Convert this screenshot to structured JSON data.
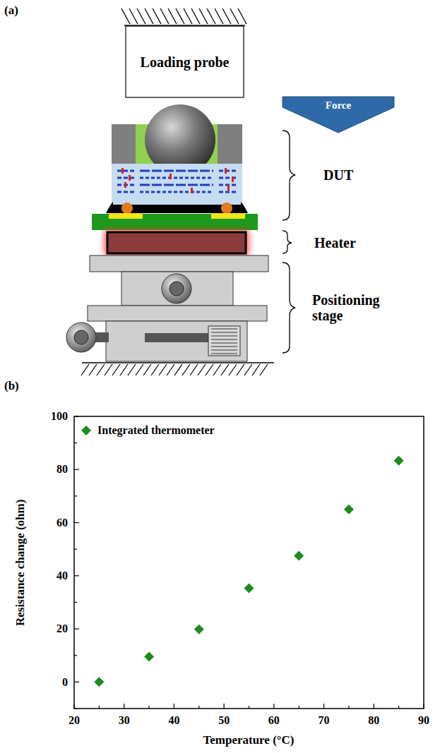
{
  "diagram": {
    "nodes": [
      {
        "text": [
          "Loading probe"
        ]
      },
      {
        "text": [
          "Force"
        ]
      }
    ],
    "edges": [],
    "labels": [
      "(a)",
      "DUT",
      "Heater",
      "Positioning stage",
      "(b)",
      "0",
      "20",
      "40",
      "60",
      "80",
      "100",
      "20",
      "30",
      "40",
      "50",
      "60",
      "70",
      "80",
      "90",
      "Resistance change (ohm)",
      "Temperature (°C)"
    ],
    "legend": [
      {
        "text": "Integrated thermometer"
      }
    ]
  }
}
